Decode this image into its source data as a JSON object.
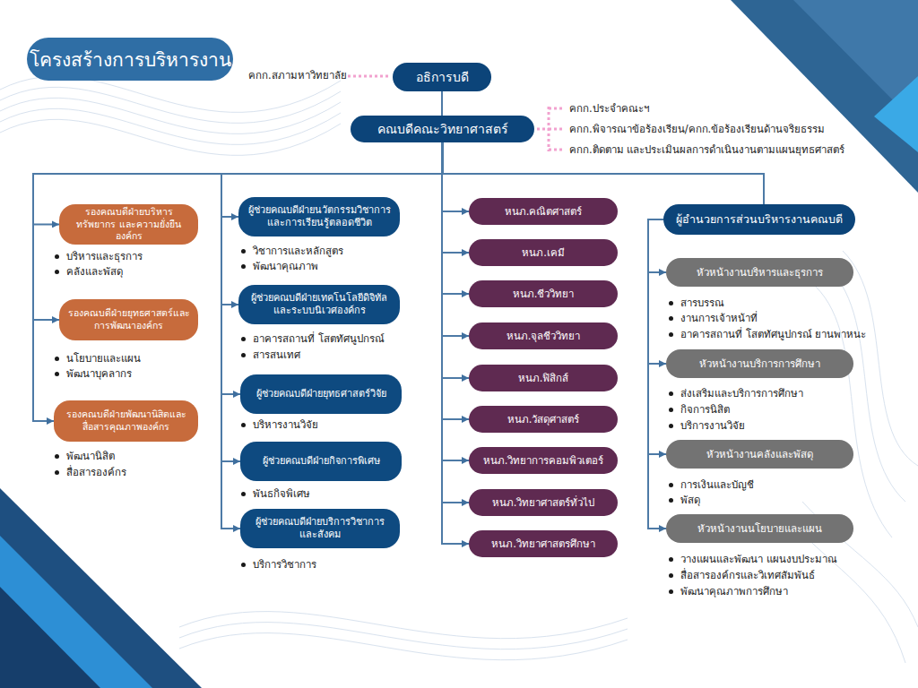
{
  "diagram": {
    "title": "โครงสร้างการบริหารงาน",
    "nodes": [
      {
        "text": [
          "อธิการบดี"
        ]
      },
      {
        "text": [
          "คณบดีคณะวิทยาศาสตร์"
        ]
      },
      {
        "text": [
          "รองคณบดีฝ่ายบริหารทรัพยากร และความยั่งยืนองค์กร"
        ]
      },
      {
        "text": [
          "รองคณบดีฝ่ายยุทธศาสตร์และ การพัฒนาองค์กร"
        ]
      },
      {
        "text": [
          "รองคณบดีฝ่ายพัฒนานิสิตและ สื่อสารคุณภาพองค์กร"
        ]
      },
      {
        "text": [
          "ผู้ช่วยคณบดีฝ่ายนวัตกรรมวิชาการ และการเรียนรู้ตลอดชีวิต"
        ]
      },
      {
        "text": [
          "ผู้ช่วยคณบดีฝ่ายเทคโนโลยีดิจิทัล และระบบนิเวศองค์กร"
        ]
      },
      {
        "text": [
          "ผู้ช่วยคณบดีฝ่ายยุทธศาสตร์วิจัย"
        ]
      },
      {
        "text": [
          "ผู้ช่วยคณบดีฝ่ายกิจการพิเศษ"
        ]
      },
      {
        "text": [
          "ผู้ช่วยคณบดีฝ่ายบริการวิชาการ และสังคม"
        ]
      },
      {
        "text": [
          "หนภ.คณิตศาสตร์"
        ]
      },
      {
        "text": [
          "หนภ.เคมี"
        ]
      },
      {
        "text": [
          "หนภ.ชีววิทยา"
        ]
      },
      {
        "text": [
          "หนภ.จุลชีววิทยา"
        ]
      },
      {
        "text": [
          "หนภ.ฟิสิกส์"
        ]
      },
      {
        "text": [
          "หนภ.วัสดุศาสตร์"
        ]
      },
      {
        "text": [
          "หนภ.วิทยาการคอมพิวเตอร์"
        ]
      },
      {
        "text": [
          "หนภ.วิทยาศาสตร์ทั่วไป"
        ]
      },
      {
        "text": [
          "หนภ.วิทยาศาสตรศึกษา"
        ]
      },
      {
        "text": [
          "ผู้อำนวยการส่วนบริหารงานคณบดี"
        ]
      },
      {
        "text": [
          "หัวหน้างานบริหารและธุรการ"
        ]
      },
      {
        "text": [
          "หัวหน้างานบริการการศึกษา"
        ]
      },
      {
        "text": [
          "หัวหน้างานคลังและพัสดุ"
        ]
      },
      {
        "text": [
          "หัวหน้างานนโยบายและแผน"
        ]
      }
    ],
    "edges": [
      {
        "from": 0,
        "to": 1,
        "arrow": "none"
      },
      {
        "from": 1,
        "to": 2,
        "arrow": "to"
      },
      {
        "from": 1,
        "to": 3,
        "arrow": "to"
      },
      {
        "from": 1,
        "to": 4,
        "arrow": "to"
      },
      {
        "from": 1,
        "to": 5,
        "arrow": "to"
      },
      {
        "from": 1,
        "to": 6,
        "arrow": "to"
      },
      {
        "from": 1,
        "to": 7,
        "arrow": "to"
      },
      {
        "from": 1,
        "to": 8,
        "arrow": "to"
      },
      {
        "from": 1,
        "to": 9,
        "arrow": "to"
      },
      {
        "from": 1,
        "to": 10,
        "arrow": "to"
      },
      {
        "from": 1,
        "to": 11,
        "arrow": "to"
      },
      {
        "from": 1,
        "to": 12,
        "arrow": "to"
      },
      {
        "from": 1,
        "to": 13,
        "arrow": "to"
      },
      {
        "from": 1,
        "to": 14,
        "arrow": "to"
      },
      {
        "from": 1,
        "to": 15,
        "arrow": "to"
      },
      {
        "from": 1,
        "to": 16,
        "arrow": "to"
      },
      {
        "from": 1,
        "to": 17,
        "arrow": "to"
      },
      {
        "from": 1,
        "to": 18,
        "arrow": "to"
      },
      {
        "from": 1,
        "to": 19,
        "arrow": "none"
      },
      {
        "from": 19,
        "to": 20,
        "arrow": "to"
      },
      {
        "from": 19,
        "to": 21,
        "arrow": "to"
      },
      {
        "from": 19,
        "to": 22,
        "arrow": "to"
      },
      {
        "from": 19,
        "to": 23,
        "arrow": "to"
      }
    ],
    "labels": [
      "คกก.สภามหาวิทยาลัย",
      "คกก.ประจำคณะฯ",
      "คกก.พิจารณาข้อร้องเรียน/คกก.ข้อร้องเรียนด้านจริยธรรม",
      "คกก.ติดตาม และประเมินผลการดำเนินงานตามแผนยุทธศาสตร์",
      "บริหารและธุรการ",
      "คลังและพัสดุ",
      "นโยบายและแผน",
      "พัฒนาบุคลากร",
      "พัฒนานิสิต",
      "สื่อสารองค์กร",
      "วิชาการและหลักสูตร",
      "พัฒนาคุณภาพ",
      "อาคารสถานที่ โสตทัศนูปกรณ์",
      "สารสนเทศ",
      "บริหารงานวิจัย",
      "พันธกิจพิเศษ",
      "บริการวิชาการ",
      "สารบรรณ",
      "งานการเจ้าหน้าที่",
      "อาคารสถานที่ โสตทัศนูปกรณ์ ยานพาหนะ",
      "ส่งเสริมและบริการการศึกษา",
      "กิจการนิสิต",
      "บริการงานวิจัย",
      "การเงินและบัญชี",
      "พัสดุ",
      "วางแผนและพัฒนา แผนงบประมาณ",
      "สื่อสารองค์กรและวิเทศสัมพันธ์",
      "พัฒนาคุณภาพการศึกษา"
    ]
  }
}
